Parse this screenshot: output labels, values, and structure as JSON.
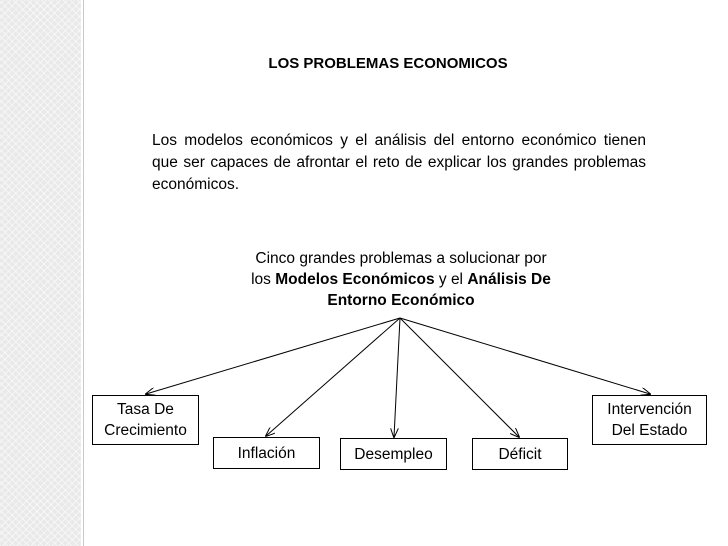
{
  "slide": {
    "title": "LOS PROBLEMAS ECONOMICOS",
    "intro": "Los modelos económicos y el análisis del entorno económico tienen que ser capaces de afrontar el reto de explicar los grandes problemas económicos.",
    "center": {
      "line1": "Cinco grandes problemas a solucionar por",
      "line2_pre": "los ",
      "line2_bold1": "Modelos Económicos",
      "line2_mid": " y el ",
      "line2_bold2": "Análisis De",
      "line3_bold": "Entorno Económico"
    },
    "problems": {
      "tasa_line1": "Tasa De",
      "tasa_line2": "Crecimiento",
      "inflacion": "Inflación",
      "desempleo": "Desempleo",
      "deficit": "Déficit",
      "intervencion_line1": "Intervención",
      "intervencion_line2": "Del Estado"
    },
    "colors": {
      "strip": "#e9e9e9",
      "arrow": "#000000"
    }
  }
}
